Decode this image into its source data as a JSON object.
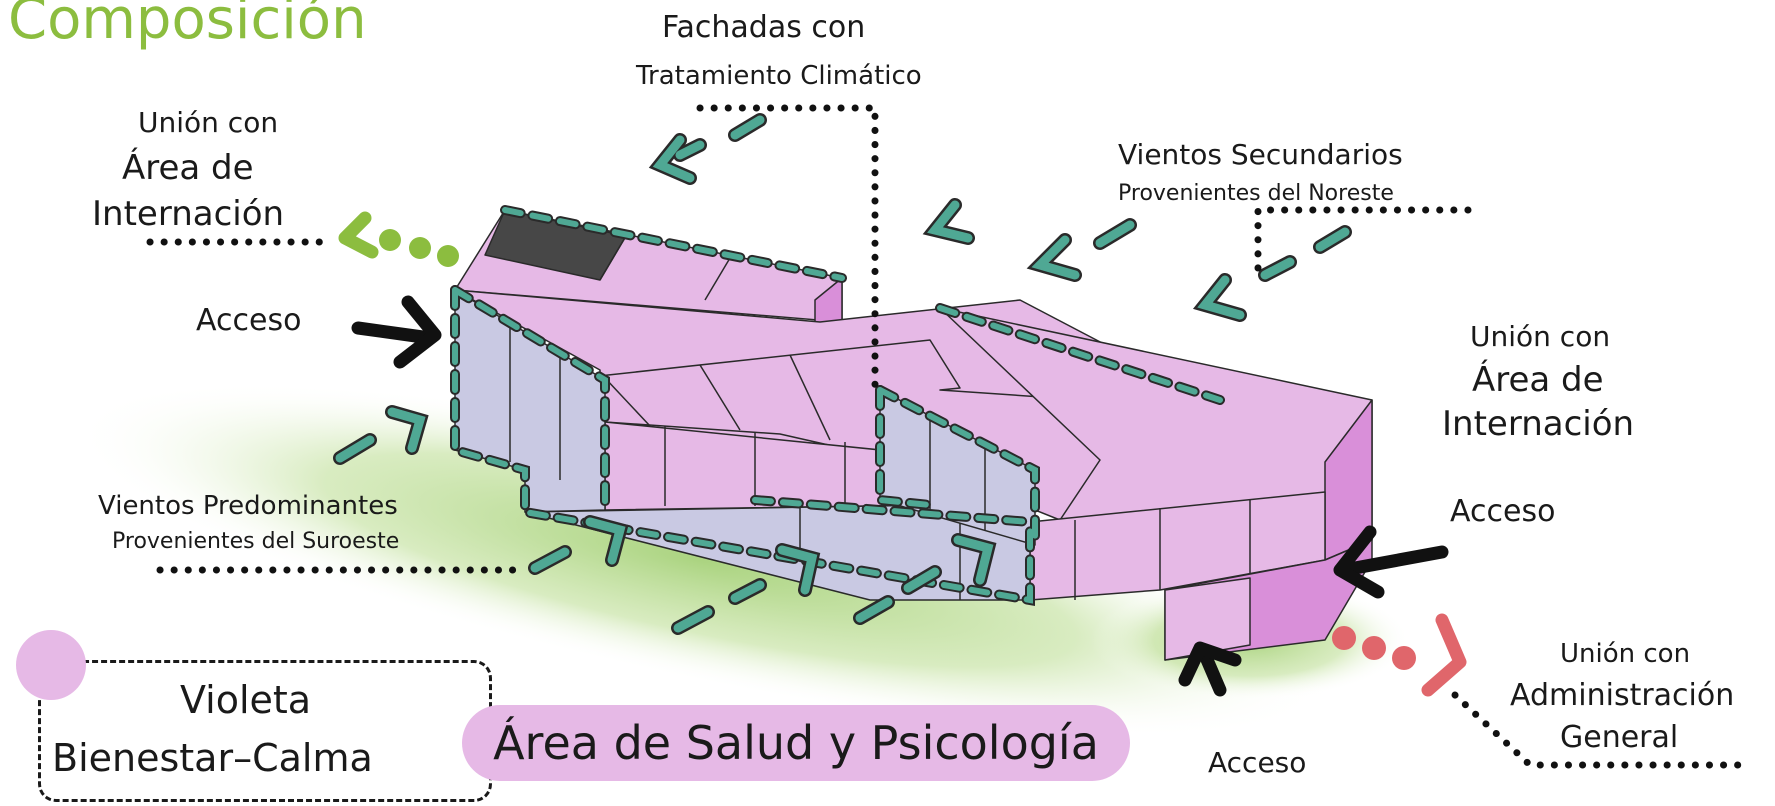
{
  "title": "Composición",
  "labels": {
    "fachadas_line1": "Fachadas con",
    "fachadas_line2": "Tratamiento Climático",
    "union_left_1": "Unión con",
    "union_left_2": "Área de",
    "union_left_3": "Internación",
    "vientos_sec_1": "Vientos Secundarios",
    "vientos_sec_2": "Provenientes del Noreste",
    "acceso_left": "Acceso",
    "union_right_1": "Unión con",
    "union_right_2": "Área de",
    "union_right_3": "Internación",
    "acceso_right": "Acceso",
    "vientos_pred_1": "Vientos Predominantes",
    "vientos_pred_2": "Provenientes del Suroeste",
    "acceso_bottom": "Acceso",
    "union_admin_1": "Unión con",
    "union_admin_2": "Administración",
    "union_admin_3": "General"
  },
  "legend": {
    "color_name": "Violeta",
    "meaning": "Bienestar–Calma"
  },
  "area_name": "Área de Salud y Psicología",
  "colors": {
    "title": "#8cbd3f",
    "building_roof": "#e6b9e6",
    "building_side": "#d98fd9",
    "facade_glass": "#c9c9e3",
    "dark_roof": "#474747",
    "wind_arrow": "#4fa894",
    "link_internacion": "#8cbd3f",
    "link_administracion": "#e0666b",
    "access_arrow": "#111111",
    "ground": "#9ccc6a"
  }
}
